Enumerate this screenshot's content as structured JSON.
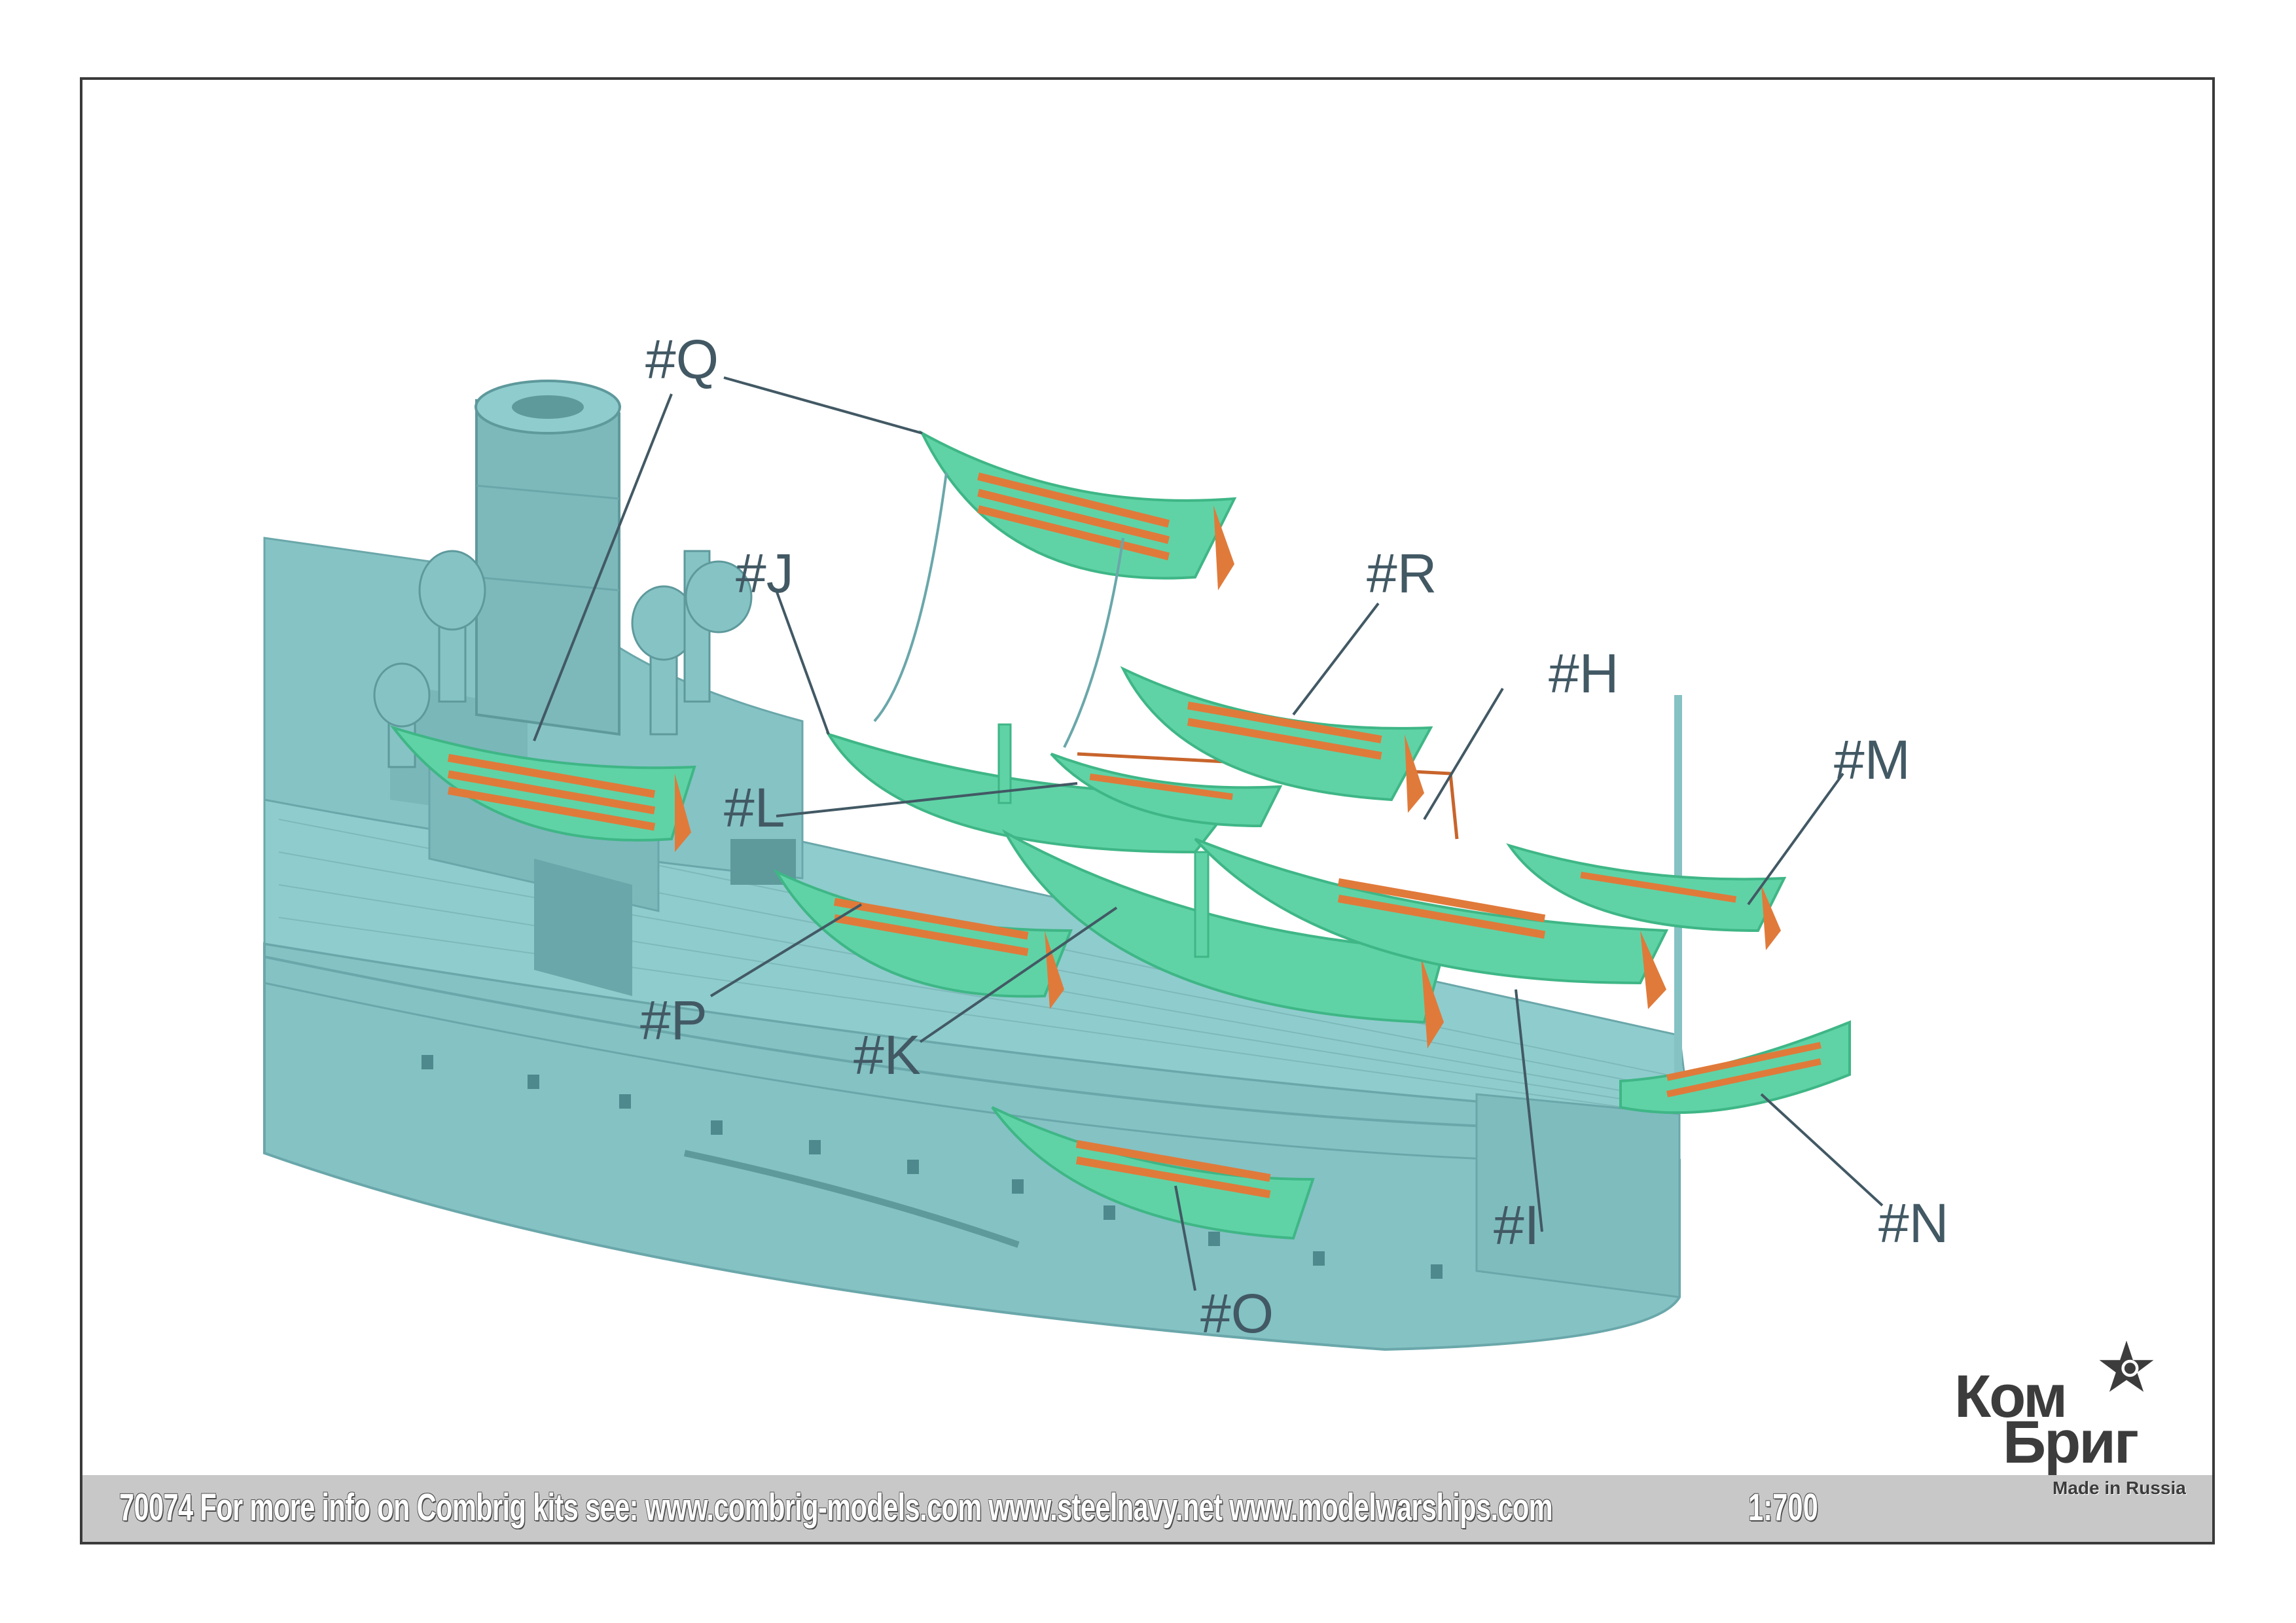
{
  "footer": {
    "info": "70074 For more info on Combrig kits see: www.combrig-models.com www.steelnavy.net www.modelwarships.com",
    "scale": "1:700"
  },
  "logo": {
    "line1": "Ком",
    "line2": "Бриг",
    "made_in": "Made in Russia"
  },
  "callouts": {
    "q": "#Q",
    "j": "#J",
    "r": "#R",
    "h": "#H",
    "m": "#M",
    "l": "#L",
    "p": "#P",
    "k": "#K",
    "n": "#N",
    "i": "#I",
    "o": "#O"
  },
  "colors": {
    "hull": "#84c2c4",
    "hull_dark": "#6aa7aa",
    "boat": "#5fd3a6",
    "boat_dark": "#3fb686",
    "orange": "#e07a3a",
    "label": "#425964"
  }
}
